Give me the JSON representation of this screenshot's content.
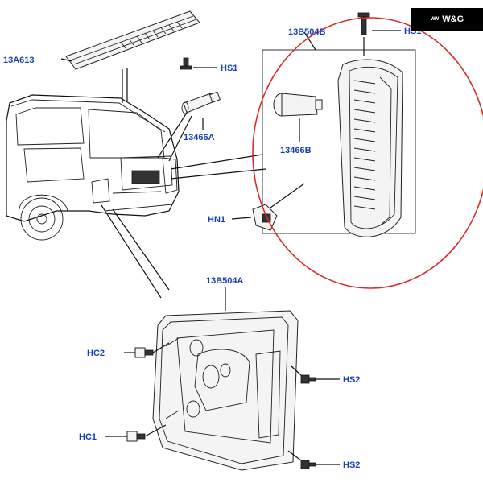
{
  "watermark": {
    "mark": "ᵂᵂ",
    "text": "W&G"
  },
  "labels": {
    "l_13A613": "13A613",
    "l_HS1": "HS1",
    "l_13466A": "13466A",
    "l_13B504B": "13B504B",
    "l_HS1_top": "HS1",
    "l_13466B": "13466B",
    "l_HN1": "HN1",
    "l_13B504A": "13B504A",
    "l_HC2": "HC2",
    "l_HS2_upper": "HS2",
    "l_HC1": "HC1",
    "l_HS2_lower": "HS2"
  },
  "colors": {
    "callout": "#1a3fb0",
    "highlight_ellipse": "#d92b2b"
  }
}
